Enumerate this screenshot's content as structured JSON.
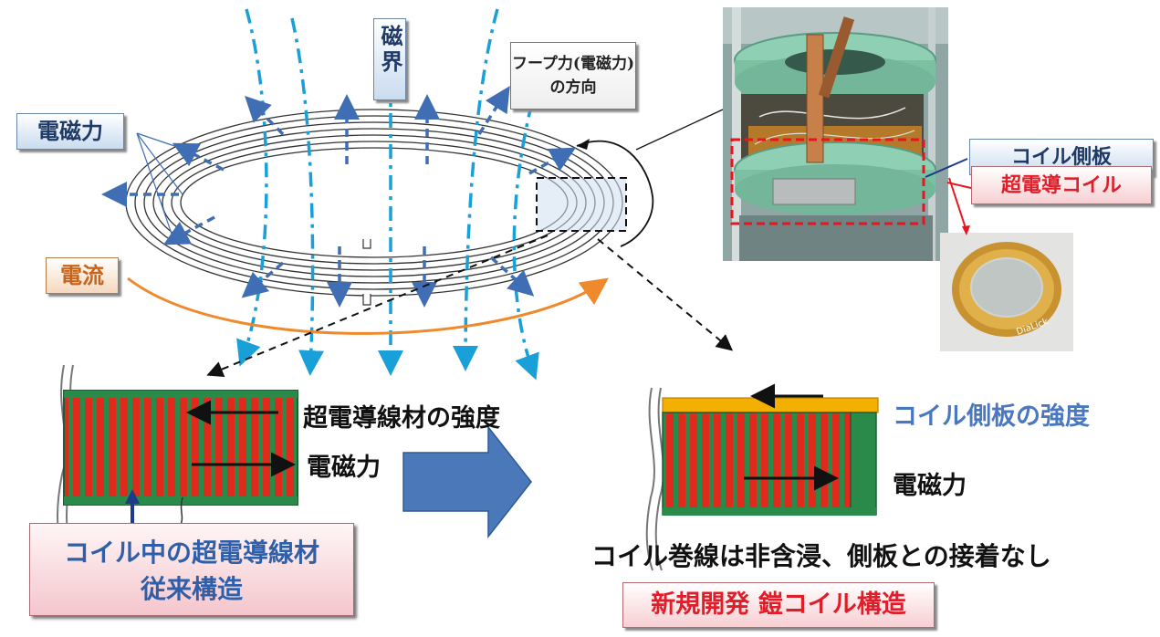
{
  "labels": {
    "magnetic_field": "磁界",
    "hoop_force_line1": "フープ力(電磁力)",
    "hoop_force_line2": "の方向",
    "electromagnetic_force_tag": "電磁力",
    "current_tag": "電流",
    "coil_side_plate_tag": "コイル側板",
    "sc_coil_tag": "超電導コイル",
    "left_strength": "超電導線材の強度",
    "left_force": "電磁力",
    "right_strength": "コイル側板の強度",
    "right_force": "電磁力",
    "conventional_line1": "コイル中の超電導線材",
    "conventional_line2": "従来構造",
    "note": "コイル巻線は非含浸、側板との接着なし",
    "new_structure": "新規開発 鎧コイル構造"
  },
  "colors": {
    "field_line": "#1aa0d8",
    "force_arrow": "#3f6eb5",
    "current_arc": "#ef8a2c",
    "conductor_red": "#e02a1e",
    "insulation_green": "#2a8a4a",
    "side_plate_yellow": "#f4b000",
    "big_arrow": "#4a78b8"
  },
  "photo_texts": {
    "ring_brand": "DiaLick"
  }
}
